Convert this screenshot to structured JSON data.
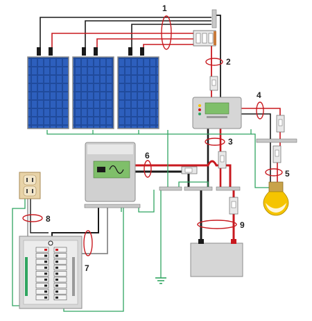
{
  "colors": {
    "positive_wire": "#c8191f",
    "negative_wire": "#1a1a1a",
    "ground_wire": "#2fa560",
    "neutral_wire": "#8a8a8a",
    "callout_ring": "#c8191f",
    "panel_blue": "#1f4fa3",
    "device_gray": "#d0d0d0",
    "lcd_green": "#7fbf6a",
    "bulb_yellow": "#f5c400",
    "outlet_tan": "#e8d3a8"
  },
  "components": {
    "solar_panels": {
      "count": 3,
      "icon": "solar-panel-icon"
    },
    "pv_combiner_breakers": {
      "icon": "breaker-icon"
    },
    "charge_controller": {
      "icon": "charge-controller-icon"
    },
    "inverter": {
      "icon": "inverter-icon"
    },
    "battery": {
      "icon": "battery-icon"
    },
    "dc_load_lamp": {
      "icon": "light-bulb-icon"
    },
    "ac_outlet": {
      "icon": "outlet-icon"
    },
    "ac_load_center": {
      "icon": "breaker-panel-icon"
    },
    "earth_ground": {
      "icon": "ground-symbol-icon"
    }
  },
  "callouts": [
    {
      "number": "1"
    },
    {
      "number": "2"
    },
    {
      "number": "3"
    },
    {
      "number": "4"
    },
    {
      "number": "5"
    },
    {
      "number": "6"
    },
    {
      "number": "7"
    },
    {
      "number": "8"
    },
    {
      "number": "9"
    }
  ]
}
